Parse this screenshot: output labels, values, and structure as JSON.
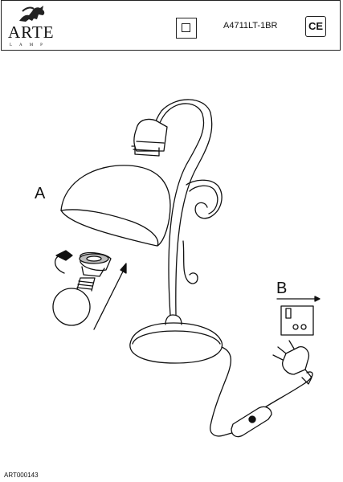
{
  "header": {
    "brand": "ARTE",
    "brand_sub": "LAMP",
    "model": "A4711LT-1BR",
    "ce_mark": "CE",
    "icons": [
      "lion-logo-icon",
      "class-ii-double-square-icon",
      "ce-mark-icon"
    ]
  },
  "diagram": {
    "label_a": "A",
    "label_b": "B"
  },
  "footer": {
    "code": "ART000143"
  }
}
